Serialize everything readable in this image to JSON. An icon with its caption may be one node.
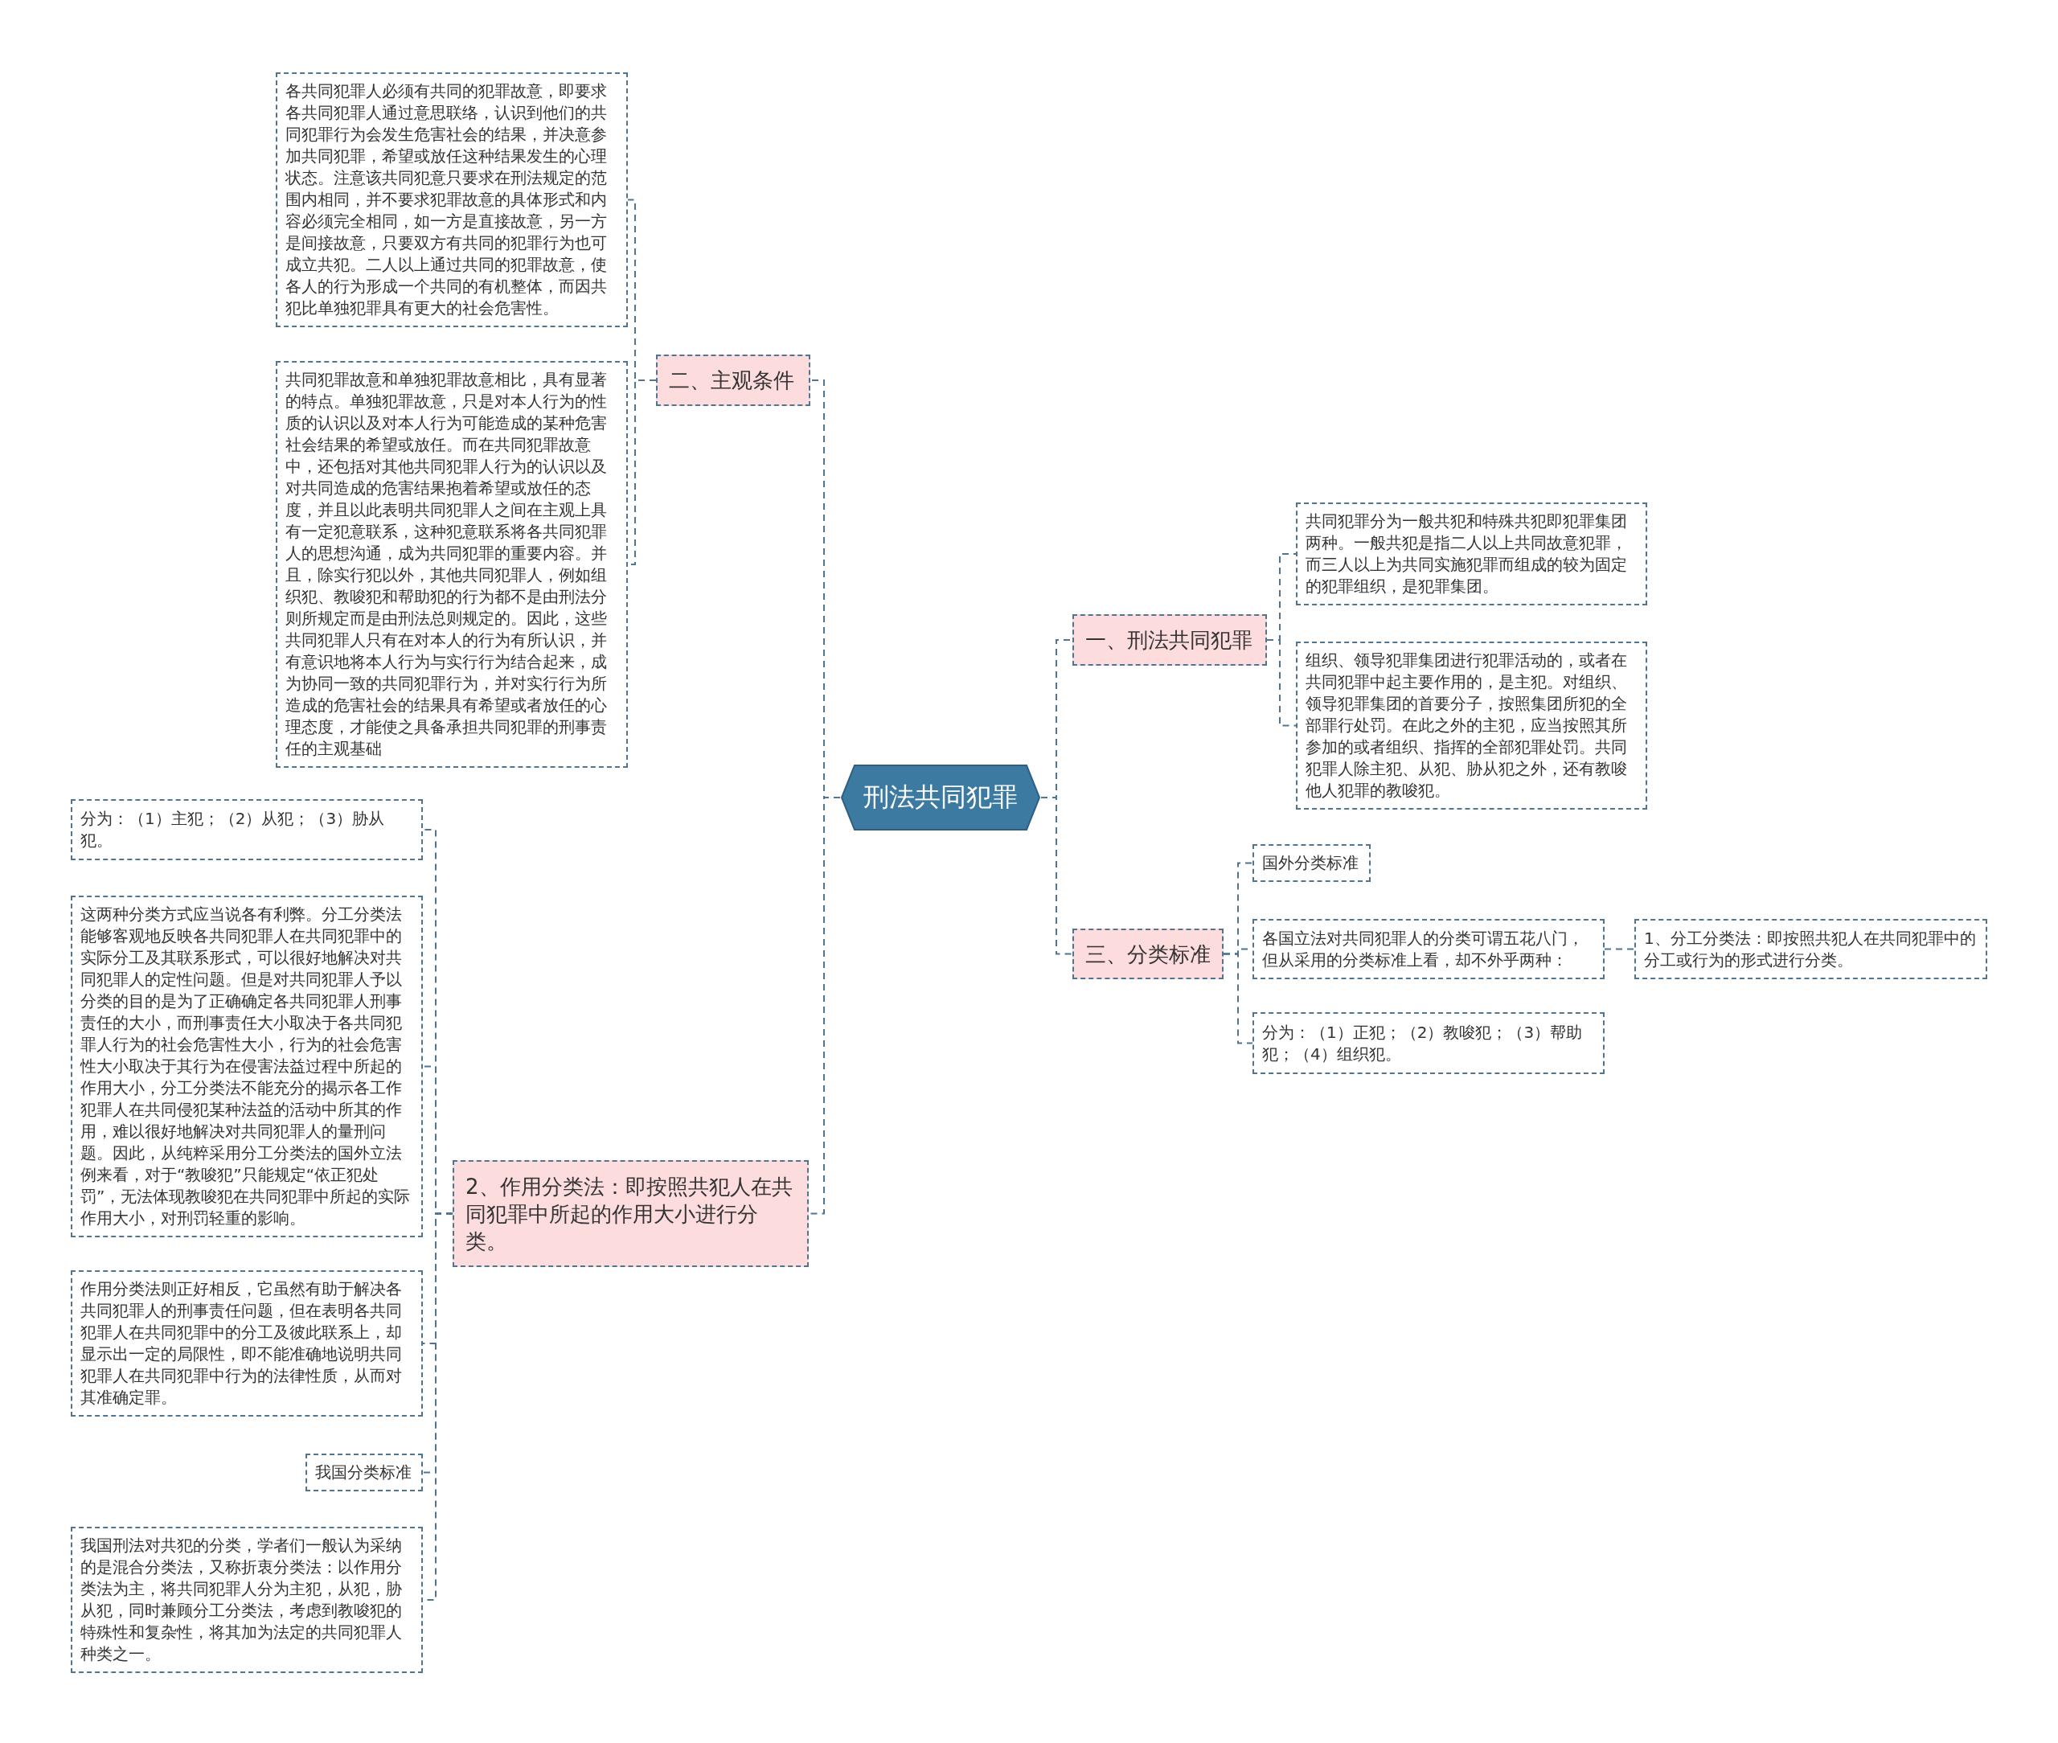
{
  "diagram": {
    "nodes": [
      {
        "text": [
          "刑法共同犯罪"
        ]
      },
      {
        "text": [
          "一、刑法共同犯罪"
        ]
      },
      {
        "text": [
          "共同犯罪分为一般共犯和特殊共犯即犯罪集团两种。一般共犯是指二人以上共同故意犯罪，而三人以上为共同实施犯罪而组成的较为固定的犯罪组织，是犯罪集团。"
        ]
      },
      {
        "text": [
          "组织、领导犯罪集团进行犯罪活动的，或者在共同犯罪中起主要作用的，是主犯。对组织、领导犯罪集团的首要分子，按照集团所犯的全部罪行处罚。在此之外的主犯，应当按照其所参加的或者组织、指挥的全部犯罪处罚。共同犯罪人除主犯、从犯、胁从犯之外，还有教唆他人犯罪的教唆犯。"
        ]
      },
      {
        "text": [
          "三、分类标准"
        ]
      },
      {
        "text": [
          "国外分类标准"
        ]
      },
      {
        "text": [
          "各国立法对共同犯罪人的分类可谓五花八门，但从采用的分类标准上看，却不外乎两种："
        ]
      },
      {
        "text": [
          "1、分工分类法：即按照共犯人在共同犯罪中的分工或行为的形式进行分类。"
        ]
      },
      {
        "text": [
          "分为：（1）正犯；（2）教唆犯；（3）帮助犯；（4）组织犯。"
        ]
      },
      {
        "text": [
          "二、主观条件"
        ]
      },
      {
        "text": [
          "各共同犯罪人必须有共同的犯罪故意，即要求各共同犯罪人通过意思联络，认识到他们的共同犯罪行为会发生危害社会的结果，并决意参加共同犯罪，希望或放任这种结果发生的心理状态。注意该共同犯意只要求在刑法规定的范围内相同，并不要求犯罪故意的具体形式和内容必须完全相同，如一方是直接故意，另一方是间接故意，只要双方有共同的犯罪行为也可成立共犯。二人以上通过共同的犯罪故意，使各人的行为形成一个共同的有机整体，而因共犯比单独犯罪具有更大的社会危害性。"
        ]
      },
      {
        "text": [
          "共同犯罪故意和单独犯罪故意相比，具有显著的特点。单独犯罪故意，只是对本人行为的性质的认识以及对本人行为可能造成的某种危害社会结果的希望或放任。而在共同犯罪故意中，还包括对其他共同犯罪人行为的认识以及对共同造成的危害结果抱着希望或放任的态度，并且以此表明共同犯罪人之间在主观上具有一定犯意联系，这种犯意联系将各共同犯罪人的思想沟通，成为共同犯罪的重要内容。并且，除实行犯以外，其他共同犯罪人，例如组织犯、教唆犯和帮助犯的行为都不是由刑法分则所规定而是由刑法总则规定的。因此，这些共同犯罪人只有在对本人的行为有所认识，并有意识地将本人行为与实行行为结合起来，成为协同一致的共同犯罪行为，并对实行行为所造成的危害社会的结果具有希望或者放任的心理态度，才能使之具备承担共同犯罪的刑事责任的主观基础"
        ]
      },
      {
        "text": [
          "2、作用分类法：即按照共犯人在共同犯罪中所起的作用大小进行分类。"
        ]
      },
      {
        "text": [
          "分为：（1）主犯；（2）从犯；（3）胁从犯。"
        ]
      },
      {
        "text": [
          "这两种分类方式应当说各有利弊。分工分类法能够客观地反映各共同犯罪人在共同犯罪中的实际分工及其联系形式，可以很好地解决对共同犯罪人的定性问题。但是对共同犯罪人予以分类的目的是为了正确确定各共同犯罪人刑事责任的大小，而刑事责任大小取决于各共同犯罪人行为的社会危害性大小，行为的社会危害性大小取决于其行为在侵害法益过程中所起的作用大小，分工分类法不能充分的揭示各工作犯罪人在共同侵犯某种法益的活动中所其的作用，难以很好地解决对共同犯罪人的量刑问题。因此，从纯粹采用分工分类法的国外立法例来看，对于“教唆犯”只能规定“依正犯处罚”，无法体现教唆犯在共同犯罪中所起的实际作用大小，对刑罚轻重的影响。"
        ]
      },
      {
        "text": [
          "作用分类法则正好相反，它虽然有助于解决各共同犯罪人的刑事责任问题，但在表明各共同犯罪人在共同犯罪中的分工及彼此联系上，却显示出一定的局限性，即不能准确地说明共同犯罪人在共同犯罪中行为的法律性质，从而对其准确定罪。"
        ]
      },
      {
        "text": [
          "我国分类标准"
        ]
      },
      {
        "text": [
          "我国刑法对共犯的分类，学者们一般认为采纳的是混合分类法，又称折衷分类法：以作用分类法为主，将共同犯罪人分为主犯，从犯，胁从犯，同时兼顾分工分类法，考虑到教唆犯的特殊性和复杂性，将其加为法定的共同犯罪人种类之一。"
        ]
      }
    ],
    "edges": [
      {
        "from": 0,
        "to": 1,
        "arrow": "none"
      },
      {
        "from": 1,
        "to": 2,
        "arrow": "none"
      },
      {
        "from": 1,
        "to": 3,
        "arrow": "none"
      },
      {
        "from": 0,
        "to": 4,
        "arrow": "none"
      },
      {
        "from": 4,
        "to": 5,
        "arrow": "none"
      },
      {
        "from": 4,
        "to": 6,
        "arrow": "none"
      },
      {
        "from": 6,
        "to": 7,
        "arrow": "none"
      },
      {
        "from": 4,
        "to": 8,
        "arrow": "none"
      },
      {
        "from": 0,
        "to": 9,
        "arrow": "none"
      },
      {
        "from": 9,
        "to": 10,
        "arrow": "none"
      },
      {
        "from": 9,
        "to": 11,
        "arrow": "none"
      },
      {
        "from": 0,
        "to": 12,
        "arrow": "none"
      },
      {
        "from": 12,
        "to": 13,
        "arrow": "none"
      },
      {
        "from": 12,
        "to": 14,
        "arrow": "none"
      },
      {
        "from": 12,
        "to": 15,
        "arrow": "none"
      },
      {
        "from": 12,
        "to": 16,
        "arrow": "none"
      },
      {
        "from": 12,
        "to": 17,
        "arrow": "none"
      }
    ]
  }
}
